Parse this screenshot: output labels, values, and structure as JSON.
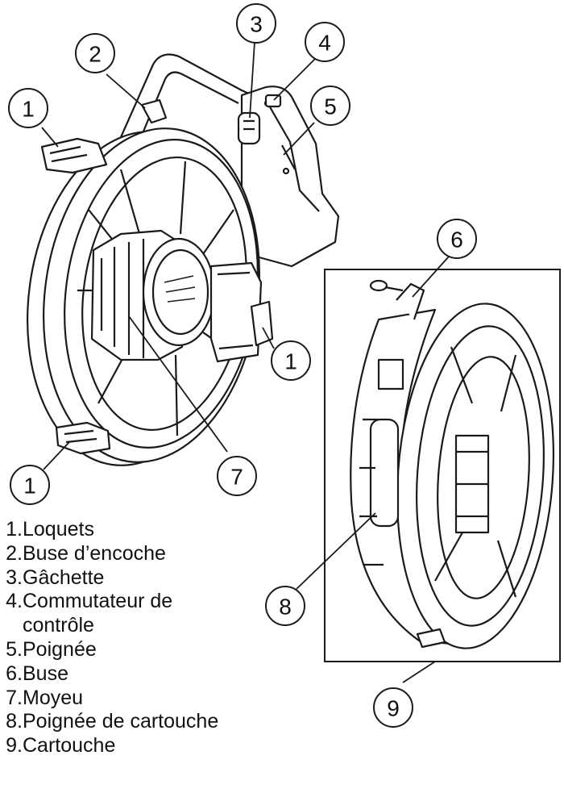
{
  "callouts": {
    "c1a": "1",
    "c2": "2",
    "c3": "3",
    "c4": "4",
    "c5": "5",
    "c1b": "1",
    "c1c": "1",
    "c7": "7",
    "c6": "6",
    "c8": "8",
    "c9": "9"
  },
  "legend": [
    {
      "num": "1.",
      "label": "Loquets"
    },
    {
      "num": "2.",
      "label": "Buse d’encoche"
    },
    {
      "num": "3.",
      "label": "Gâchette"
    },
    {
      "num": "4.",
      "label": "Commutateur de"
    },
    {
      "num": "",
      "label": "contrôle"
    },
    {
      "num": "5.",
      "label": "Poignée"
    },
    {
      "num": "6.",
      "label": "Buse"
    },
    {
      "num": "7.",
      "label": "Moyeu"
    },
    {
      "num": "8.",
      "label": "Poignée de cartouche"
    },
    {
      "num": "9.",
      "label": "Cartouche"
    }
  ],
  "colors": {
    "line": "#1a1a1a",
    "fill": "#ffffff",
    "shade": "#e9e9e9"
  }
}
